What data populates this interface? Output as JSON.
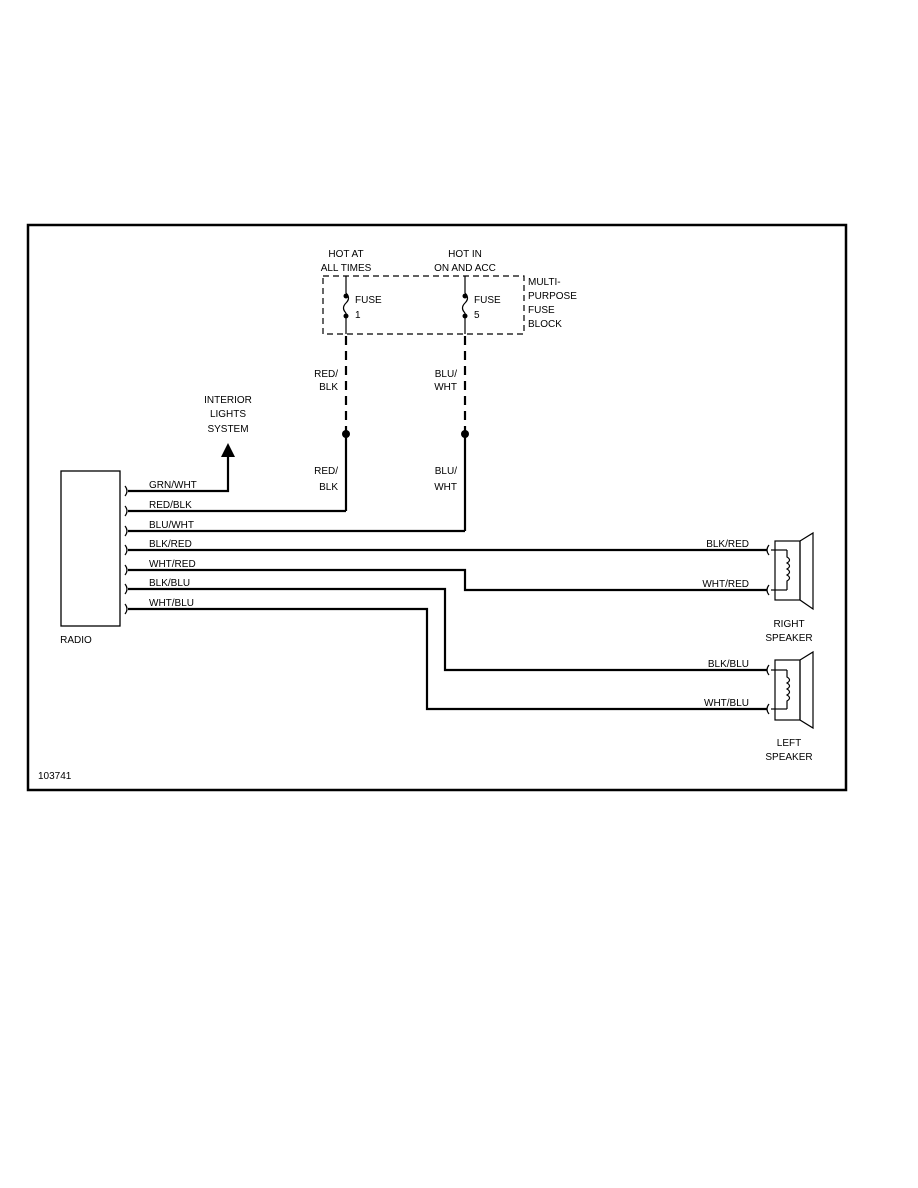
{
  "fuse_block": {
    "hot_label_1a": "HOT AT",
    "hot_label_1b": "ALL TIMES",
    "hot_label_2a": "HOT IN",
    "hot_label_2b": "ON AND ACC",
    "name_lines": [
      "MULTI-",
      "PURPOSE",
      "FUSE",
      "BLOCK"
    ],
    "fuses": [
      {
        "label": "FUSE",
        "number": "1"
      },
      {
        "label": "FUSE",
        "number": "5"
      }
    ]
  },
  "feed_labels": {
    "fuse1_upper": [
      "RED/",
      "BLK"
    ],
    "fuse1_lower": [
      "RED/",
      "BLK"
    ],
    "fuse5_upper": [
      "BLU/",
      "WHT"
    ],
    "fuse5_lower": [
      "BLU/",
      "WHT"
    ]
  },
  "interior_lights": [
    "INTERIOR",
    "LIGHTS",
    "SYSTEM"
  ],
  "radio": {
    "label": "RADIO",
    "wires": [
      "GRN/WHT",
      "RED/BLK",
      "BLU/WHT",
      "BLK/RED",
      "WHT/RED",
      "BLK/BLU",
      "WHT/BLU"
    ]
  },
  "right_speaker": {
    "label_lines": [
      "RIGHT",
      "SPEAKER"
    ],
    "wire_labels": [
      "BLK/RED",
      "WHT/RED"
    ]
  },
  "left_speaker": {
    "label_lines": [
      "LEFT",
      "SPEAKER"
    ],
    "wire_labels": [
      "BLK/BLU",
      "WHT/BLU"
    ]
  },
  "figure_id": "103741"
}
